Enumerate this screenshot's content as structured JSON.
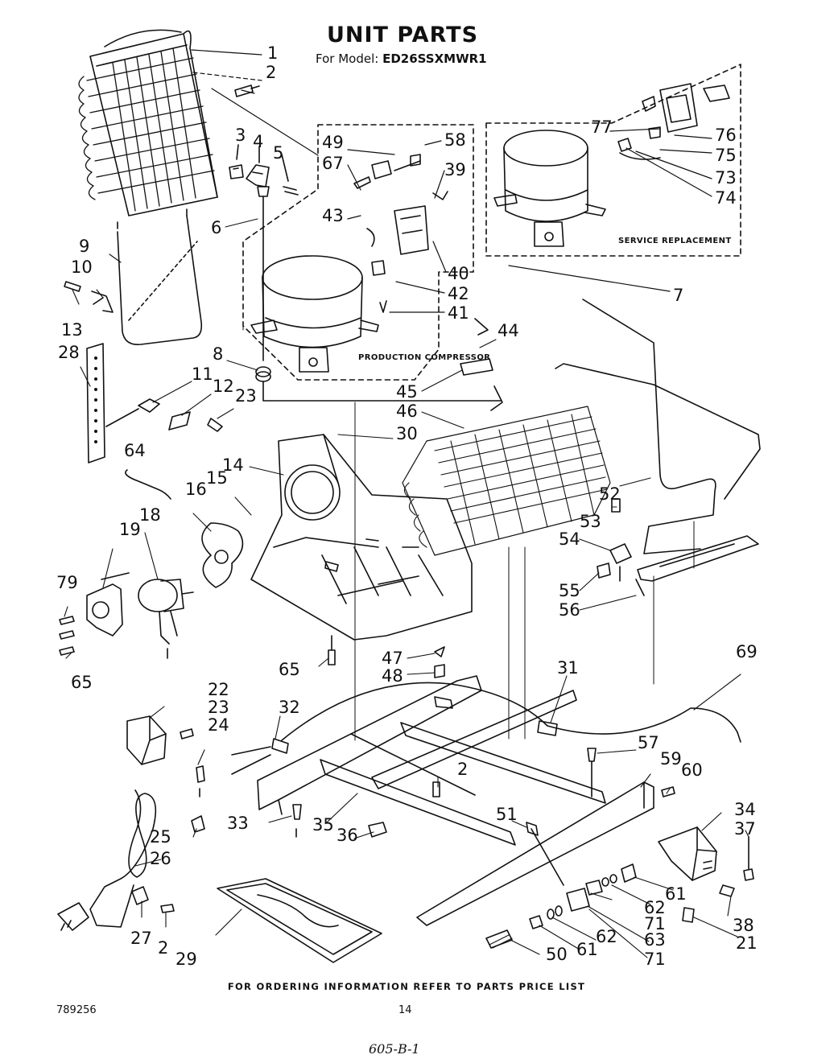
{
  "header": {
    "title": "UNIT PARTS",
    "model_prefix": "For Model:",
    "model_number": "ED26SSXMWR1"
  },
  "boxes": {
    "production": "PRODUCTION COMPRESSOR",
    "service": "SERVICE REPLACEMENT"
  },
  "callouts": {
    "c1": "1",
    "c2": "2",
    "c3": "3",
    "c4": "4",
    "c5": "5",
    "c6": "6",
    "c7": "7",
    "c8": "8",
    "c9": "9",
    "c10": "10",
    "c11": "11",
    "c12": "12",
    "c13": "13",
    "c14": "14",
    "c15": "15",
    "c16": "16",
    "c18": "18",
    "c19": "19",
    "c21": "21",
    "c22": "22",
    "c23a": "23",
    "c23b": "23",
    "c24": "24",
    "c25": "25",
    "c26": "26",
    "c27": "27",
    "c2b": "2",
    "c2c": "2",
    "c28": "28",
    "c29": "29",
    "c30": "30",
    "c31": "31",
    "c32": "32",
    "c33": "33",
    "c34": "34",
    "c35": "35",
    "c36": "36",
    "c37": "37",
    "c38": "38",
    "c39": "39",
    "c40": "40",
    "c41": "41",
    "c42": "42",
    "c43": "43",
    "c44": "44",
    "c45": "45",
    "c46": "46",
    "c47": "47",
    "c48": "48",
    "c49": "49",
    "c50": "50",
    "c51": "51",
    "c52": "52",
    "c53": "53",
    "c54": "54",
    "c55": "55",
    "c56": "56",
    "c57": "57",
    "c58": "58",
    "c59": "59",
    "c60": "60",
    "c61a": "61",
    "c61b": "61",
    "c62a": "62",
    "c62b": "62",
    "c63": "63",
    "c64": "64",
    "c65a": "65",
    "c65b": "65",
    "c67": "67",
    "c69": "69",
    "c71a": "71",
    "c71b": "71",
    "c73": "73",
    "c74": "74",
    "c75": "75",
    "c76": "76",
    "c77": "77",
    "c79": "79"
  },
  "footer": {
    "ordering": "FOR ORDERING INFORMATION REFER TO PARTS PRICE LIST",
    "doc_number": "789256",
    "page_number": "14",
    "handwritten": "605-B-1"
  }
}
